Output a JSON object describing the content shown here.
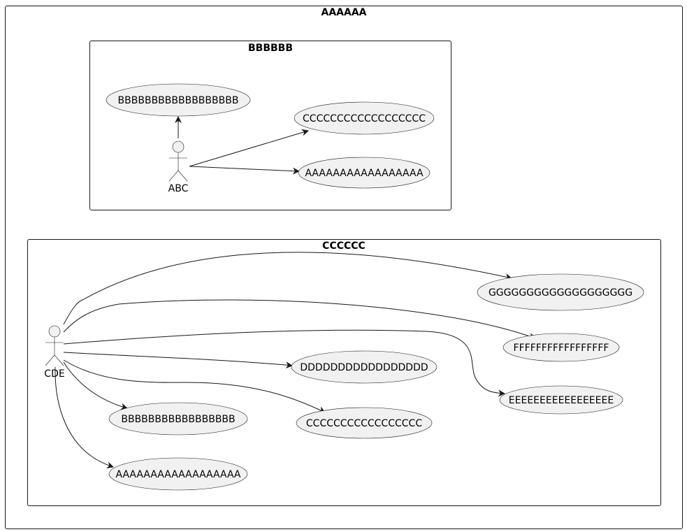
{
  "packages": {
    "outer": {
      "title": "AAAAAA"
    },
    "top": {
      "title": "BBBBBB"
    },
    "bottom": {
      "title": "CCCCCC"
    }
  },
  "actors": {
    "abc": {
      "label": "ABC"
    },
    "cde": {
      "label": "CDE"
    }
  },
  "usecases": {
    "top_b": "BBBBBBBBBBBBBBBBBB",
    "top_c": "CCCCCCCCCCCCCCCCCC",
    "top_a": "AAAAAAAAAAAAAAAAA",
    "g": "GGGGGGGGGGGGGGGGGGG",
    "f": "FFFFFFFFFFFFFFFFF",
    "e": "EEEEEEEEEEEEEEEEE",
    "d": "DDDDDDDDDDDDDDDDD",
    "c": "CCCCCCCCCCCCCCCCC",
    "b": "BBBBBBBBBBBBBBBBB",
    "a": "AAAAAAAAAAAAAAAAAA"
  },
  "colors": {
    "line": "#181818",
    "fill": "#f1f1f1",
    "background": "#ffffff"
  }
}
